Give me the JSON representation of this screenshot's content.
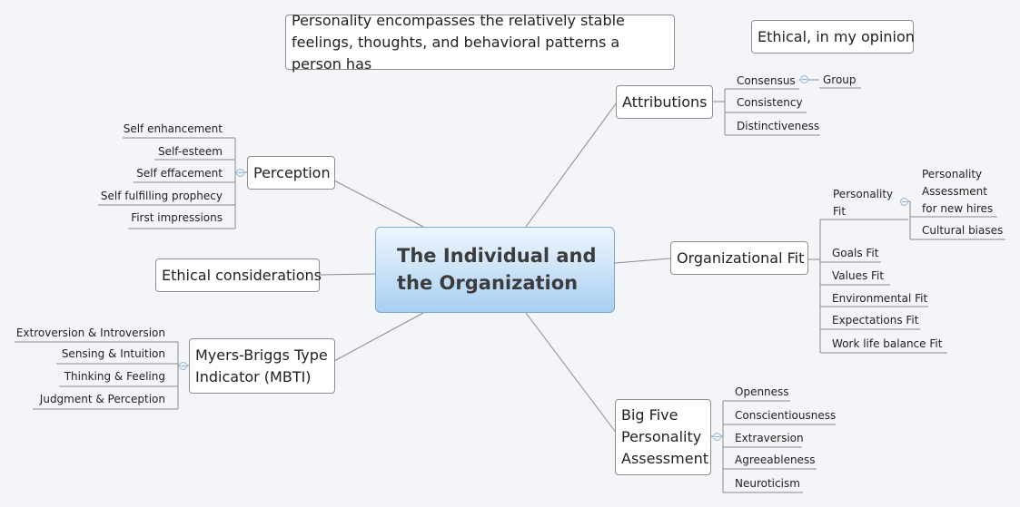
{
  "central": {
    "line1": "The Individual and",
    "line2": "the Organization"
  },
  "notes": {
    "personality_definition": "Personality encompasses the relatively stable feelings, thoughts, and behavioral patterns a person has",
    "ethical_opinion": "Ethical, in my opinion"
  },
  "topics": {
    "perception": {
      "label": "Perception",
      "children": [
        "Self enhancement",
        "Self-esteem",
        "Self effacement",
        "Self fulfilling prophecy",
        "First impressions"
      ]
    },
    "ethical": {
      "label": "Ethical considerations"
    },
    "mbti": {
      "label_line1": "Myers-Briggs Type",
      "label_line2": "Indicator (MBTI)",
      "children": [
        "Extroversion & Introversion",
        "Sensing & Intuition",
        "Thinking & Feeling",
        "Judgment & Perception"
      ]
    },
    "attributions": {
      "label": "Attributions",
      "children": [
        "Consensus",
        "Consistency",
        "Distinctiveness"
      ],
      "consensus_child": "Group"
    },
    "org_fit": {
      "label": "Organizational Fit",
      "personality_fit_line1": "Personality",
      "personality_fit_line2": "Fit",
      "personality_fit_children": {
        "assessment_line1": "Personality",
        "assessment_line2": "Assessment",
        "assessment_line3": "for new hires",
        "biases": "Cultural biases"
      },
      "children": [
        "Goals Fit",
        "Values Fit",
        "Environmental Fit",
        "Expectations Fit",
        "Work life balance Fit"
      ]
    },
    "big_five": {
      "label_line1": "Big Five",
      "label_line2": "Personality",
      "label_line3": "Assessment",
      "children": [
        "Openness",
        "Conscientiousness",
        "Extraversion",
        "Agreeableness",
        "Neuroticism"
      ]
    }
  },
  "colors": {
    "central_top": "#eef6fd",
    "central_bottom": "#a9cff2",
    "connector": "#8a8a8a",
    "background": "#f3f5f8"
  }
}
